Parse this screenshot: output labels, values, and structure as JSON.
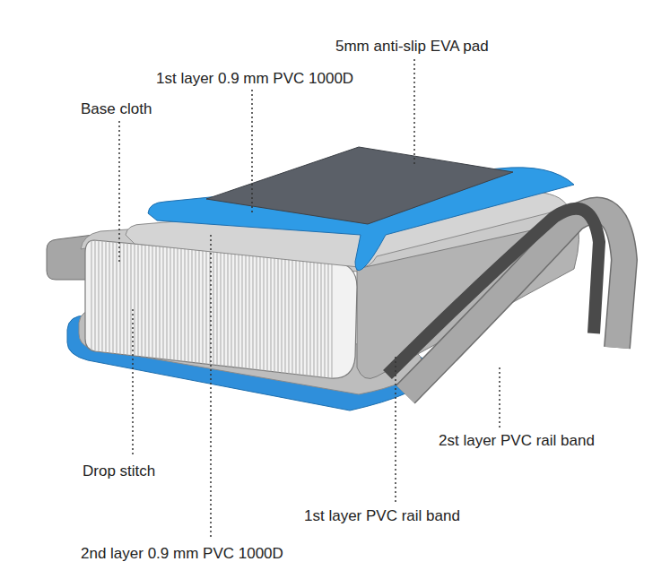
{
  "diagram": {
    "labels": [
      "5mm anti-slip EVA pad",
      "1st layer 0.9 mm PVC 1000D",
      "Base cloth",
      "2st layer PVC rail band",
      "Drop stitch",
      "1st layer PVC rail band",
      "2nd layer 0.9 mm PVC 1000D"
    ]
  }
}
